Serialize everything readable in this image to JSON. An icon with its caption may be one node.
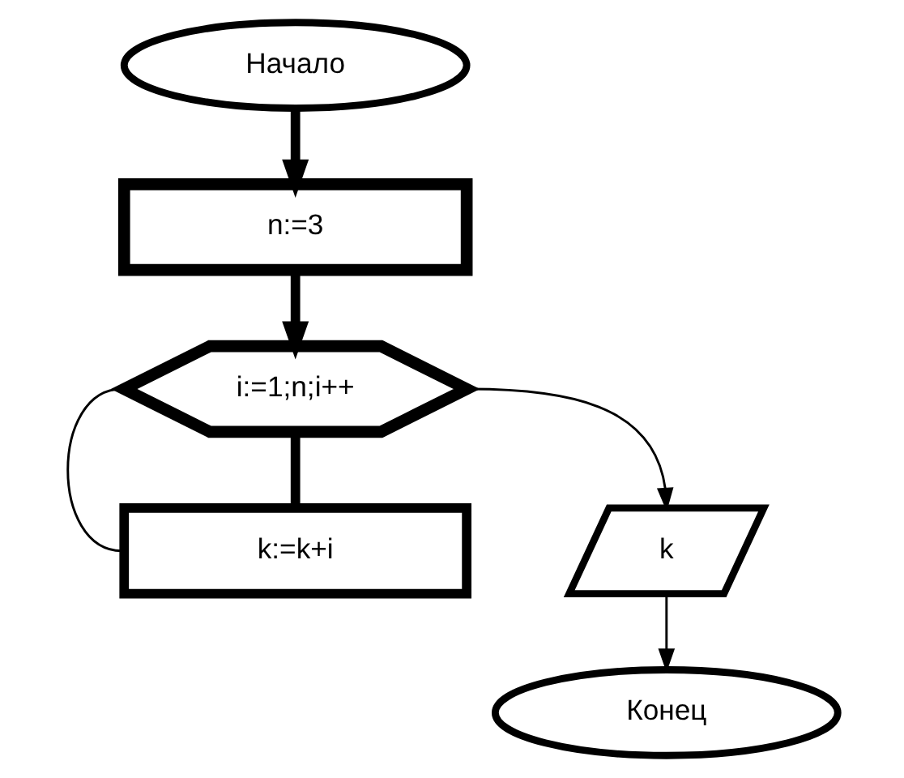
{
  "diagram": {
    "nodes": [
      {
        "text": [
          "Начало"
        ]
      },
      {
        "text": [
          "n:=3"
        ]
      },
      {
        "text": [
          "i:=1;n;i++"
        ]
      },
      {
        "text": [
          "k:=k+i"
        ]
      },
      {
        "text": [
          "k"
        ]
      },
      {
        "text": [
          "Конец"
        ]
      }
    ],
    "edges": [
      {
        "from": 0,
        "to": 1,
        "arrow": "to",
        "style": "thick"
      },
      {
        "from": 1,
        "to": 2,
        "arrow": "to",
        "style": "thick"
      },
      {
        "from": 2,
        "to": 3,
        "arrow": "none",
        "style": "thick"
      },
      {
        "from": 3,
        "to": 2,
        "arrow": "none"
      },
      {
        "from": 2,
        "to": 4,
        "arrow": "to"
      },
      {
        "from": 4,
        "to": 5,
        "arrow": "to"
      }
    ]
  }
}
